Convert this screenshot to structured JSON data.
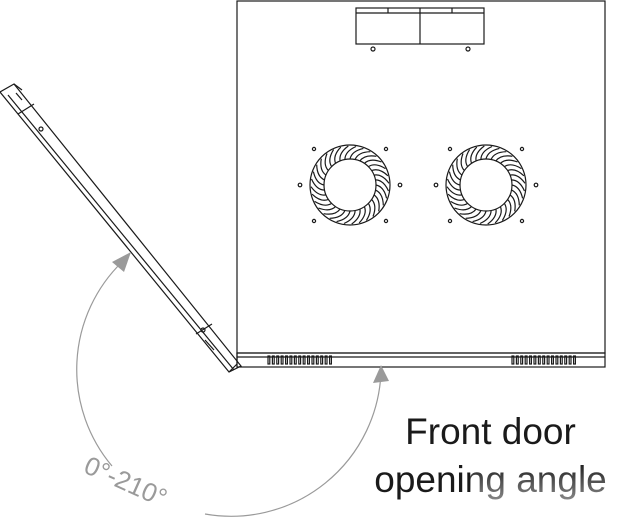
{
  "caption": {
    "line1": "Front door",
    "line2": "opening angle"
  },
  "angle_label": "0°-210°",
  "colors": {
    "line": "#1a1a1a",
    "arc": "#9a9a9a",
    "background": "#ffffff"
  }
}
